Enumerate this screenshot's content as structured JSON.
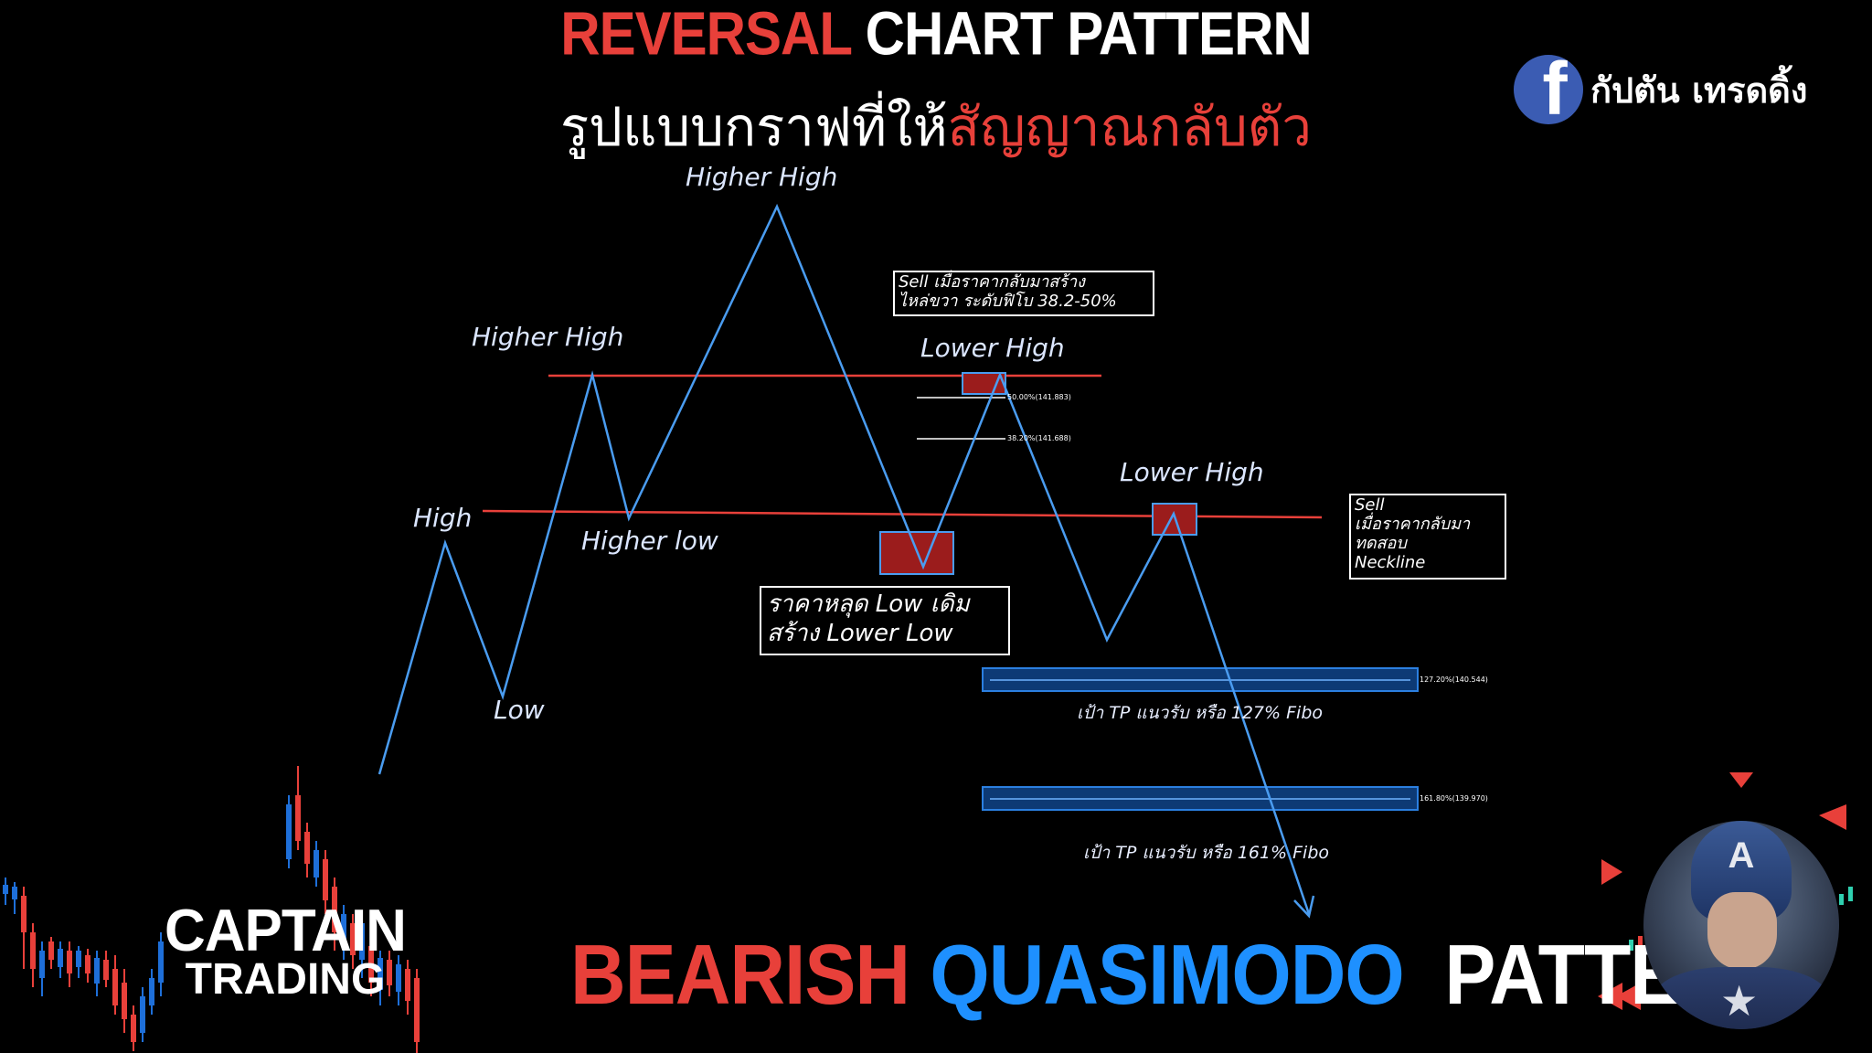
{
  "header": {
    "title_red": "REVERSAL",
    "title_white": "CHART PATTERN",
    "subtitle_white": "รูปแบบกราฟที่ให้",
    "subtitle_red": "สัญญาณกลับตัว"
  },
  "brand": {
    "fb_icon": "facebook-icon",
    "fb_letter": "f",
    "name": "กัปตัน เทรดดิ้ง"
  },
  "labels": {
    "high": "High",
    "low": "Low",
    "higher_high_1": "Higher High",
    "higher_high_2": "Higher High",
    "higher_low": "Higher low",
    "lower_high_1": "Lower High",
    "lower_high_2": "Lower High"
  },
  "notes": {
    "sell_fibo": "Sell เมื่อราคากลับมาสร้าง\nไหล่ขวา ระดับฟิโบ 38.2-50%",
    "sell_neckline": "Sell\nเมื่อราคากลับมา\nทดสอบ\nNeckline",
    "break_low": "ราคาหลุด Low เดิม\nสร้าง Lower Low",
    "tp_127": "เป้า TP แนวรับ หรือ 127% Fibo",
    "tp_161": "เป้า TP แนวรับ หรือ 161% Fibo"
  },
  "fibo_levels": {
    "l50": "50.00%(141.883)",
    "l382": "38.20%(141.688)",
    "l127": "127.20%(140.544)",
    "l161": "161.80%(139.970)"
  },
  "bottom_title": {
    "red": "BEARISH",
    "blue": "QUASIMODO",
    "white": "PATTERN"
  },
  "logo": {
    "line1": "CAPTAIN",
    "line2": "TRADING"
  },
  "colors": {
    "accent_red": "#e8403a",
    "accent_blue": "#1e90ff",
    "price_line": "#4a9cf0",
    "zone_red": "#9b1c1c",
    "zone_blue": "#1565c0",
    "background": "#000000"
  }
}
